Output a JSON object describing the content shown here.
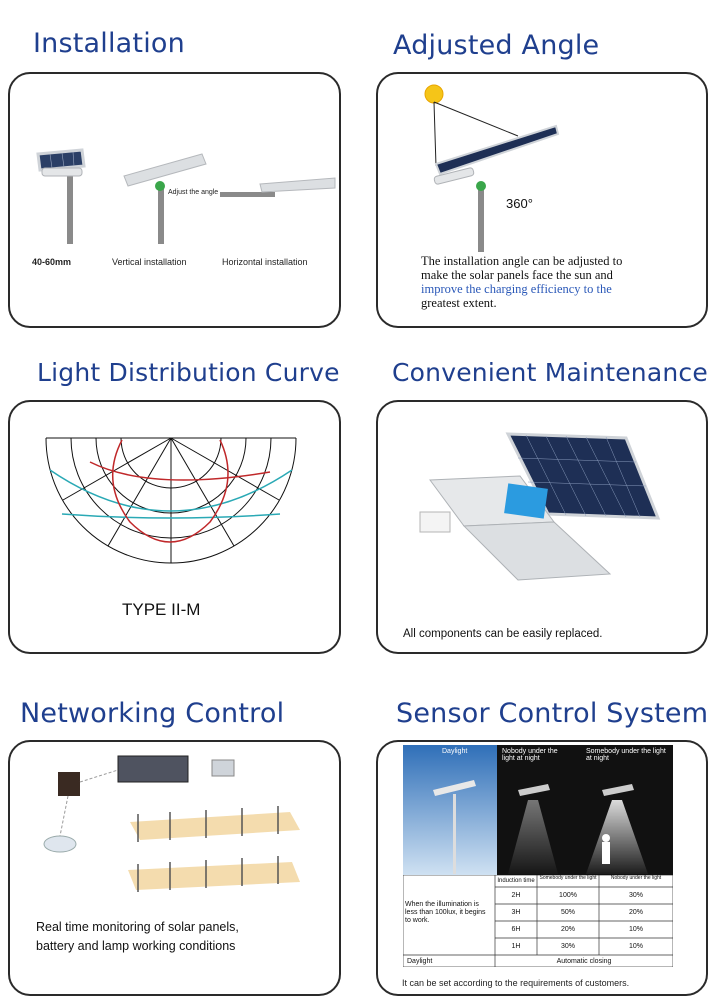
{
  "sections": {
    "installation": {
      "title": "Installation",
      "labels": [
        "40-60mm",
        "Vertical installation",
        "Horizontal installation"
      ],
      "angle_label": "Adjust the angle"
    },
    "adjusted_angle": {
      "title": "Adjusted  Angle",
      "degree_label": "360°",
      "text_line1": "The installation angle can be adjusted to",
      "text_line2": "make the solar panels face the sun and",
      "text_line3": "improve the charging efficiency to the",
      "text_line4": "greatest extent.",
      "highlight_color": "#2a58b8"
    },
    "light_distribution": {
      "title": "Light Distribution Curve",
      "type_label": "TYPE II-M",
      "curve_colors": [
        "#c0282a",
        "#2aa9b5"
      ]
    },
    "maintenance": {
      "title": "Convenient Maintenance",
      "caption": "All components can be easily replaced."
    },
    "networking": {
      "title": "Networking  Control",
      "caption_line1": "Real time monitoring of solar panels,",
      "caption_line2": "battery and lamp working conditions"
    },
    "sensor": {
      "title": "Sensor Control System",
      "panel_labels": [
        "Daylight",
        "Nobody under the light at night",
        "Somebody under the light at night"
      ],
      "table_headers": [
        "Induction time",
        "Somebody under the light",
        "Nobody under the light"
      ],
      "condition_text": "When the illumination is less than 100lux, it begins to work.",
      "rows": [
        [
          "2H",
          "100%",
          "30%"
        ],
        [
          "3H",
          "50%",
          "20%"
        ],
        [
          "6H",
          "20%",
          "10%"
        ],
        [
          "1H",
          "30%",
          "10%"
        ]
      ],
      "daylight_row": [
        "Daylight",
        "Automatic closing"
      ],
      "footer": "It can be set according to the requirements of customers."
    }
  },
  "colors": {
    "heading": "#1f3f8e",
    "border": "#2a2a2a"
  }
}
